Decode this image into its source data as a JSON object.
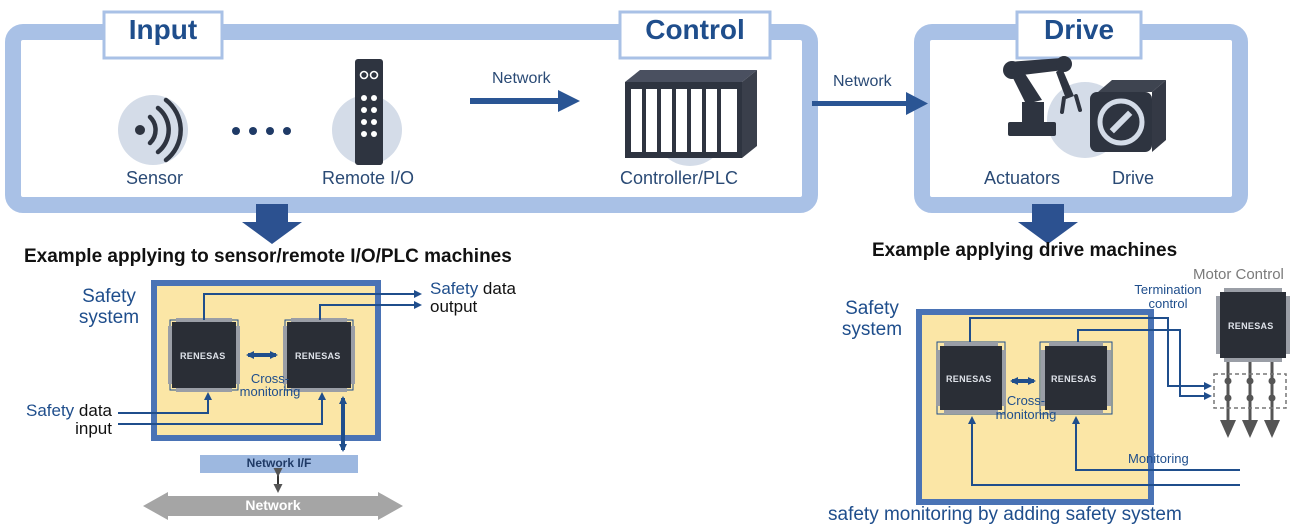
{
  "top": {
    "input_header": "Input",
    "control_header": "Control",
    "drive_header": "Drive",
    "sensor_label": "Sensor",
    "remote_io_label": "Remote I/O",
    "controller_label": "Controller/PLC",
    "network_label_1": "Network",
    "network_label_2": "Network",
    "actuators_label": "Actuators",
    "drive_label": "Drive"
  },
  "left_example": {
    "title": "Example applying to sensor/remote I/O/PLC machines",
    "safety_system_1": "Safety",
    "safety_system_2": "system",
    "output_safety": "Safety",
    "output_data": " data",
    "output_line2": "output",
    "input_safety": "Safety",
    "input_data": " data",
    "input_line2": "input",
    "cross_1": "Cross-",
    "cross_2": "monitoring",
    "network_if": "Network I/F",
    "network": "Network",
    "chip_brand": "RENESAS"
  },
  "right_example": {
    "title": "Example applying drive machines",
    "motor_control": "Motor Control",
    "termination_1": "Termination",
    "termination_2": "control",
    "safety_system_1": "Safety",
    "safety_system_2": "system",
    "cross_1": "Cross-",
    "cross_2": "monitoring",
    "monitoring": "Monitoring",
    "footer": "safety monitoring by adding safety system",
    "chip_brand": "RENESAS"
  },
  "colors": {
    "frame": "#a9c1e6",
    "dark_blue": "#1f4e8c",
    "safety_fill": "#fbe6a6",
    "safety_border": "#4a73b5",
    "network_if_fill": "#9db8e0",
    "network_fill": "#a5a5a5"
  }
}
